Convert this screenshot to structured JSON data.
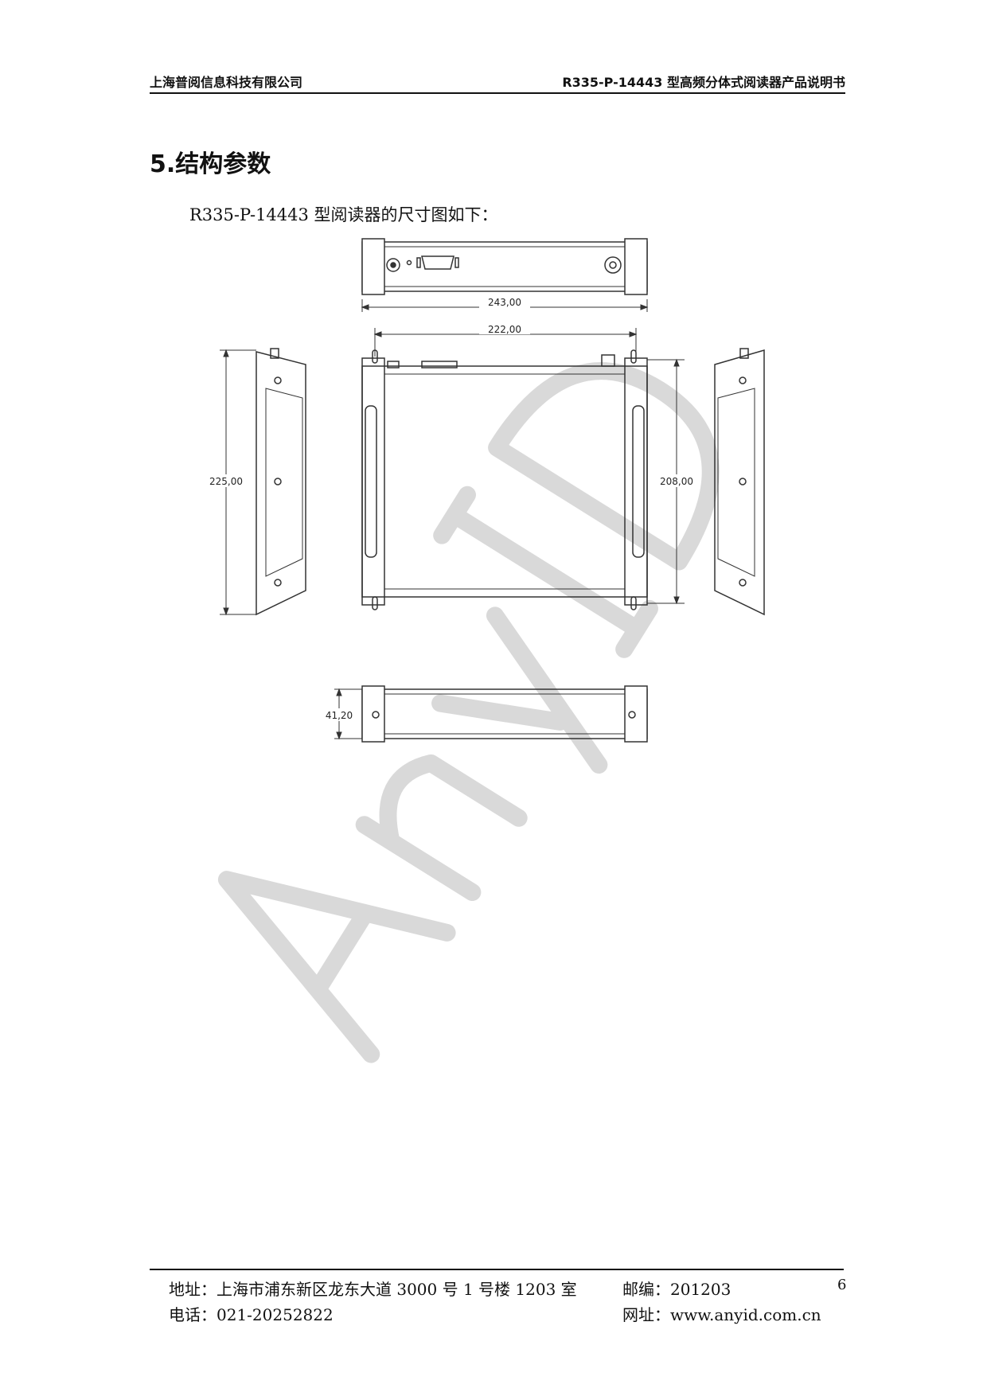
{
  "header": {
    "company": "上海普阅信息科技有限公司",
    "document_title": "R335-P-14443 型高频分体式阅读器产品说明书"
  },
  "section": {
    "title": "5.结构参数",
    "intro": "R335-P-14443 型阅读器的尺寸图如下："
  },
  "drawing": {
    "dimensions": {
      "overall_width": "243,00",
      "mounting_width": "222,00",
      "overall_depth": "225,00",
      "mounting_depth": "208,00",
      "height": "41,20"
    }
  },
  "watermark": {
    "text": "AnyID"
  },
  "footer": {
    "address": "地址：上海市浦东新区龙东大道 3000 号 1 号楼 1203 室",
    "postcode": "邮编：201203",
    "phone": "电话：021-20252822",
    "website": "网址：www.anyid.com.cn",
    "page_number": "6"
  }
}
